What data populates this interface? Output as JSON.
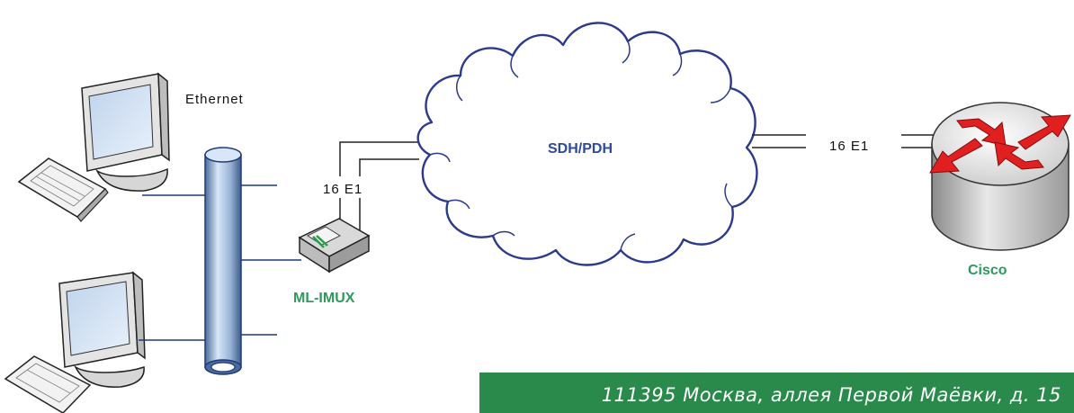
{
  "labels": {
    "ethernet": "Ethernet",
    "cloud": "SDH/PDH",
    "e1_left": "16 E1",
    "e1_right": "16 E1",
    "mux": "ML-IMUX",
    "router": "Cisco"
  },
  "footer": {
    "address": "111395 Москва, аллея Первой Маёвки, д. 15"
  },
  "colors": {
    "cloud_text": "#2e4a99",
    "device_label": "#2e9a5c",
    "banner": "#2a8a4c",
    "cloud_stroke": "#2c3a8c",
    "router_arrows": "#e02020"
  }
}
